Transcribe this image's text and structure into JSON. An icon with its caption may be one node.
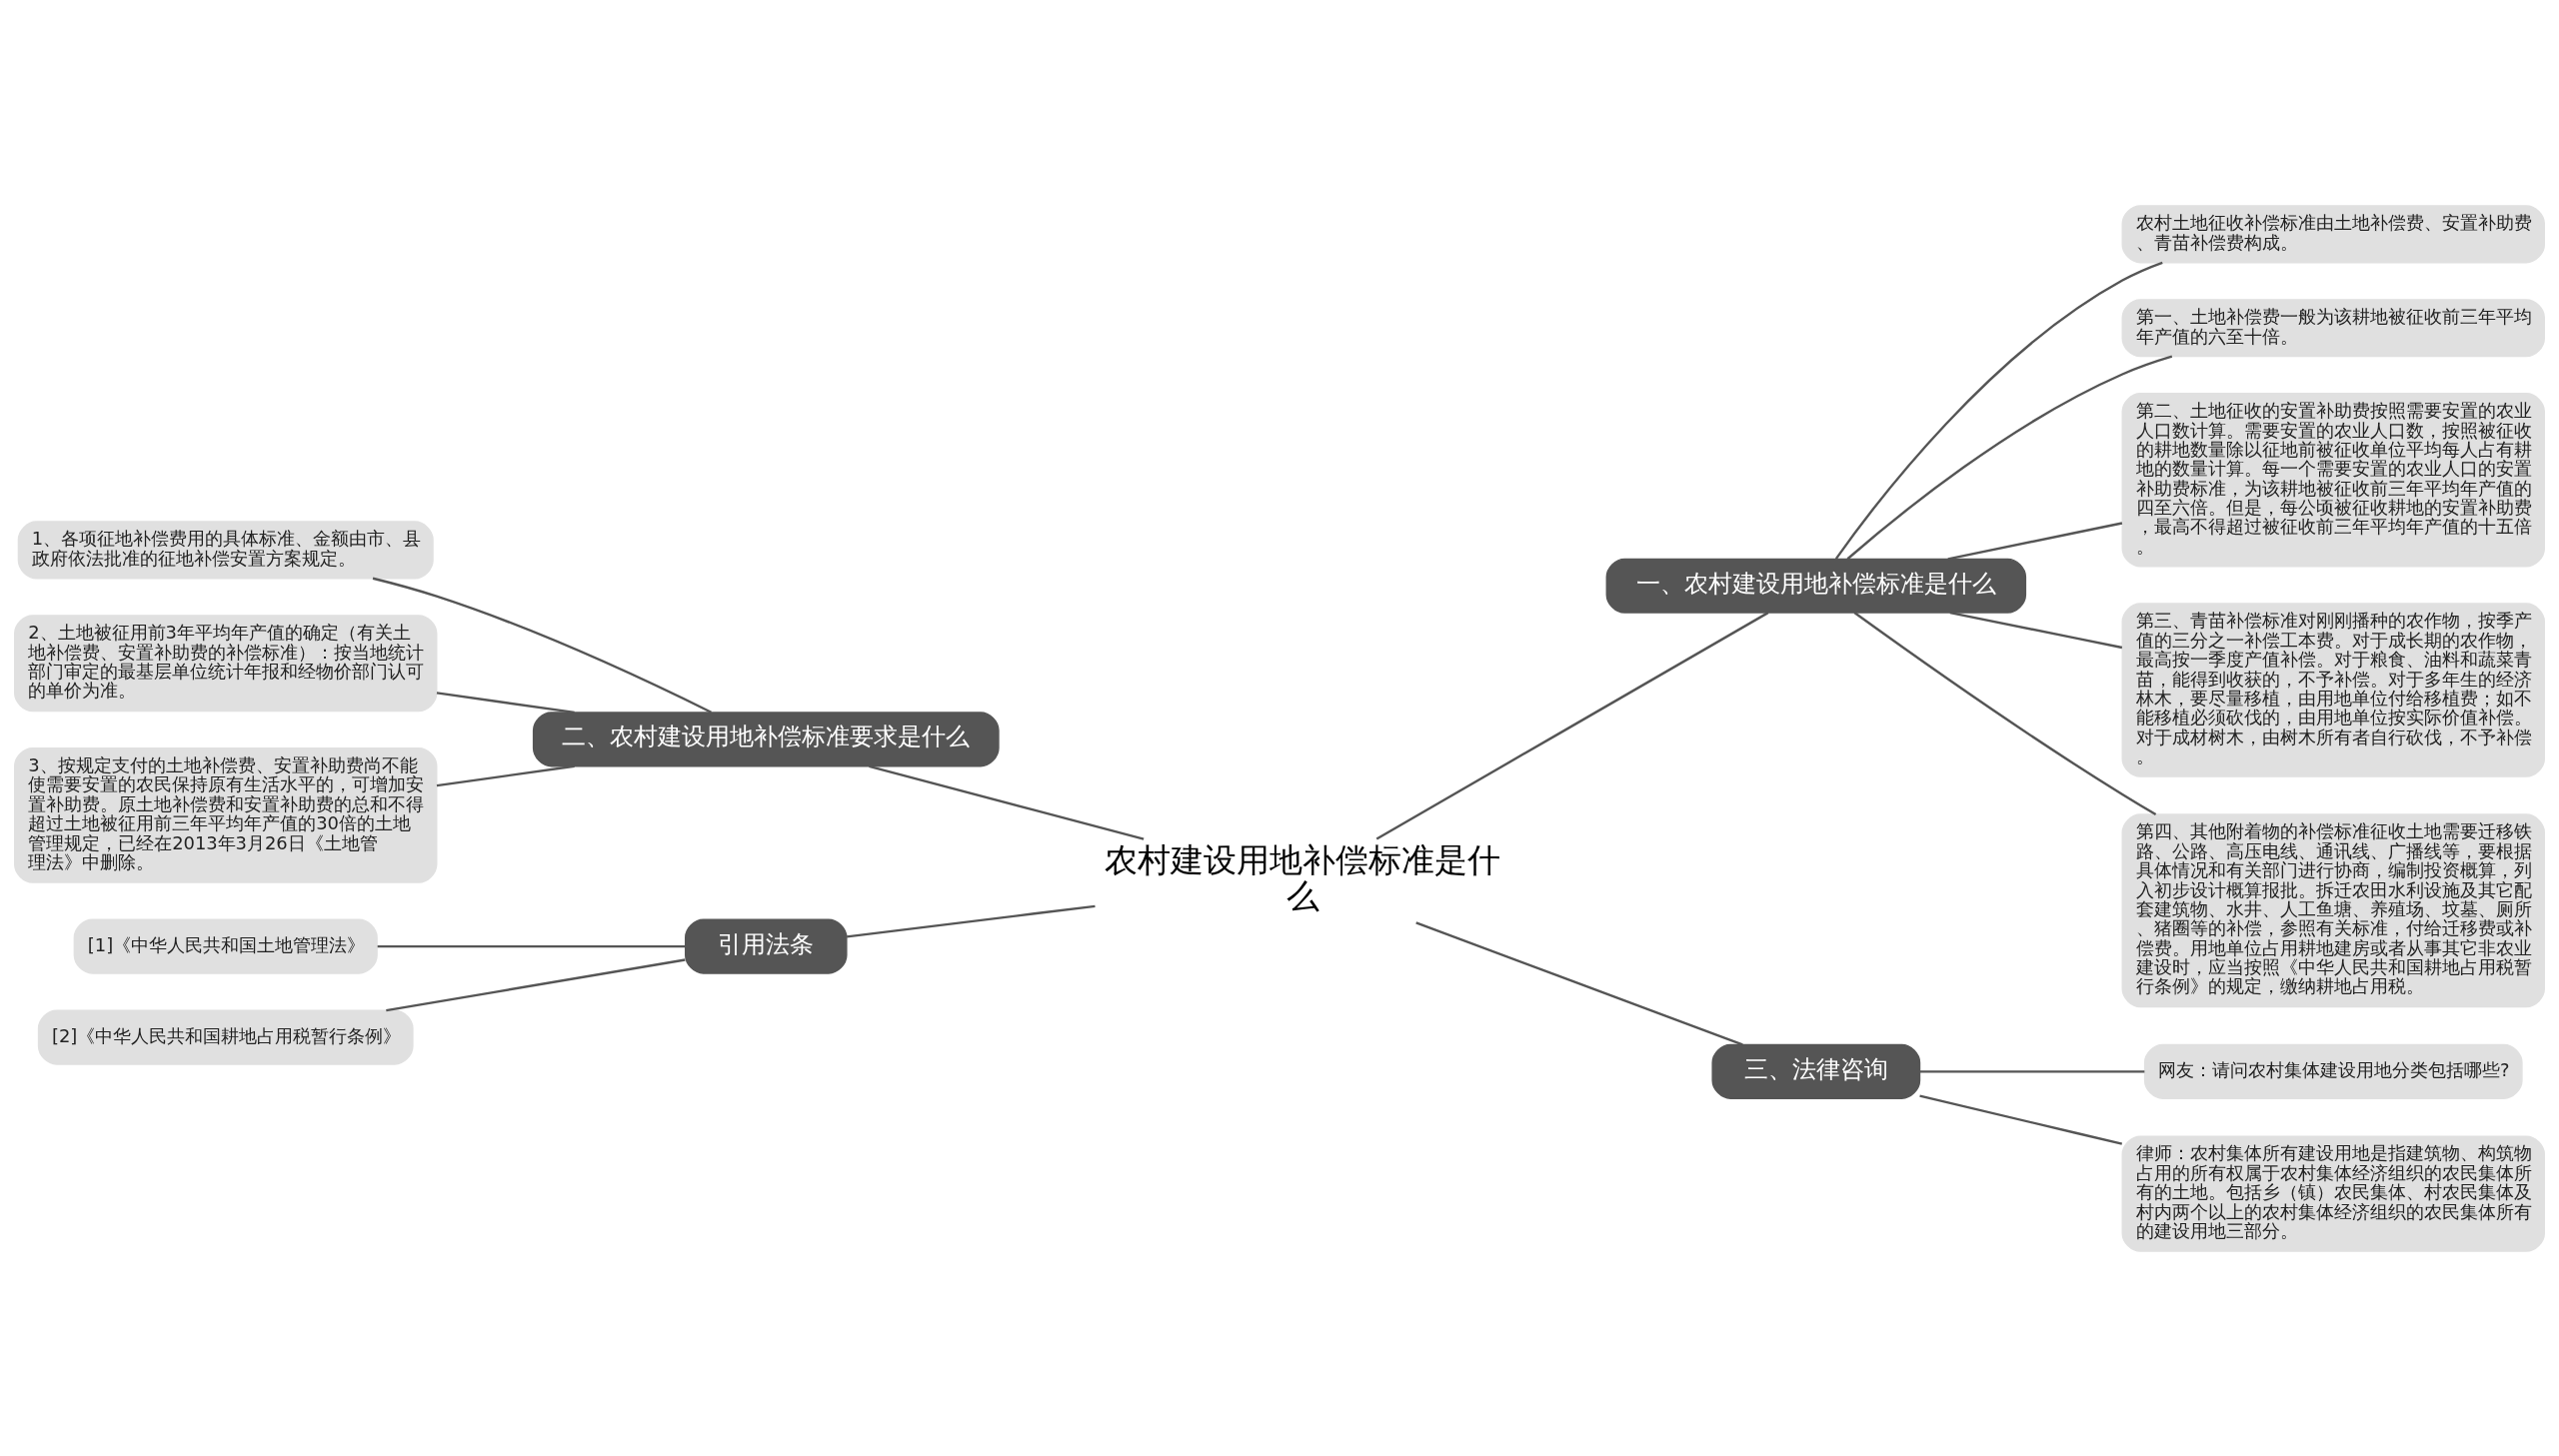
{
  "diagram": {
    "nodes": [
      {
        "text": [
          "农村建设用地补偿标准是什么"
        ]
      },
      {
        "text": [
          "一、农村建设用地补偿标准是什么"
        ]
      },
      {
        "text": [
          "农村土地征收补偿标准由土地补偿费、安置补助费、青苗补偿费构成。"
        ]
      },
      {
        "text": [
          "第一、土地补偿费一般为该耕地被征收前三年平均年产值的六至十倍。"
        ]
      },
      {
        "text": [
          "第二、土地征收的安置补助费按照需要安置的农业人口数计算。需要安置的农业人口数，按照被征收的耕地数量除以征地前被征收单位平均每人占有耕地的数量计算。每一个需要安置的农业人口的安置补助费标准，为该耕地被征收前三年平均年产值的四至六倍。但是，每公顷被征收耕地的安置补助费，最高不得超过被征收前三年平均年产值的十五倍。"
        ]
      },
      {
        "text": [
          "第三、青苗补偿标准对刚刚播种的农作物，按季产值的三分之一补偿工本费。对于成长期的农作物，最高按一季度产值补偿。对于粮食、油料和蔬菜青苗，能得到收获的，不予补偿。对于多年生的经济林木，要尽量移植，由用地单位付给移植费；如不能移植必须砍伐的，由用地单位按实际价值补偿。对于成材树木，由树木所有者自行砍伐，不予补偿。"
        ]
      },
      {
        "text": [
          "第四、其他附着物的补偿标准征收土地需要迁移铁路、公路、高压电线、通讯线、广播线等，要根据具体情况和有关部门进行协商，编制投资概算，列入初步设计概算报批。拆迁农田水利设施及其它配套建筑物、水井、人工鱼塘、养殖场、坟墓、厕所、猪圈等的补偿，参照有关标准，付给迁移费或补偿费。用地单位占用耕地建房或者从事其它非农业建设时，应当按照《中华人民共和国耕地占用税暂行条例》的规定，缴纳耕地占用税。"
        ]
      },
      {
        "text": [
          "二、农村建设用地补偿标准要求是什么"
        ]
      },
      {
        "text": [
          "1、各项征地补偿费用的具体标准、金额由市、县政府依法批准的征地补偿安置方案规定。"
        ]
      },
      {
        "text": [
          "2、土地被征用前3年平均年产值的确定（有关土地补偿费、安置补助费的补偿标准）：按当地统计部门审定的最基层单位统计年报和经物价部门认可的单价为准。"
        ]
      },
      {
        "text": [
          "3、按规定支付的土地补偿费、安置补助费尚不能使需要安置的农民保持原有生活水平的，可增加安置补助费。原土地补偿费和安置补助费的总和不得超过土地被征用前三年平均年产值的30倍的土地管理规定，已经在2013年3月26日《土地管理法》中删除。"
        ]
      },
      {
        "text": [
          "引用法条"
        ]
      },
      {
        "text": [
          "[1]《中华人民共和国土地管理法》"
        ]
      },
      {
        "text": [
          "[2]《中华人民共和国耕地占用税暂行条例》"
        ]
      },
      {
        "text": [
          "三、法律咨询"
        ]
      },
      {
        "text": [
          "网友：请问农村集体建设用地分类包括哪些?"
        ]
      },
      {
        "text": [
          "律师：农村集体所有建设用地是指建筑物、构筑物占用的所有权属于农村集体经济组织的农民集体所有的土地。包括乡（镇）农民集体、村农民集体及村内两个以上的农村集体经济组织的农民集体所有的建设用地三部分。"
        ]
      }
    ],
    "edges": [
      {
        "from": 0,
        "to": 1,
        "arrow": "none"
      },
      {
        "from": 1,
        "to": 2,
        "arrow": "none"
      },
      {
        "from": 1,
        "to": 3,
        "arrow": "none"
      },
      {
        "from": 1,
        "to": 4,
        "arrow": "none"
      },
      {
        "from": 1,
        "to": 5,
        "arrow": "none"
      },
      {
        "from": 1,
        "to": 6,
        "arrow": "none"
      },
      {
        "from": 0,
        "to": 7,
        "arrow": "none"
      },
      {
        "from": 7,
        "to": 8,
        "arrow": "none"
      },
      {
        "from": 7,
        "to": 9,
        "arrow": "none"
      },
      {
        "from": 7,
        "to": 10,
        "arrow": "none"
      },
      {
        "from": 0,
        "to": 11,
        "arrow": "none"
      },
      {
        "from": 11,
        "to": 12,
        "arrow": "none"
      },
      {
        "from": 11,
        "to": 13,
        "arrow": "none"
      },
      {
        "from": 0,
        "to": 14,
        "arrow": "none"
      },
      {
        "from": 14,
        "to": 15,
        "arrow": "none"
      },
      {
        "from": 14,
        "to": 16,
        "arrow": "none"
      }
    ]
  }
}
